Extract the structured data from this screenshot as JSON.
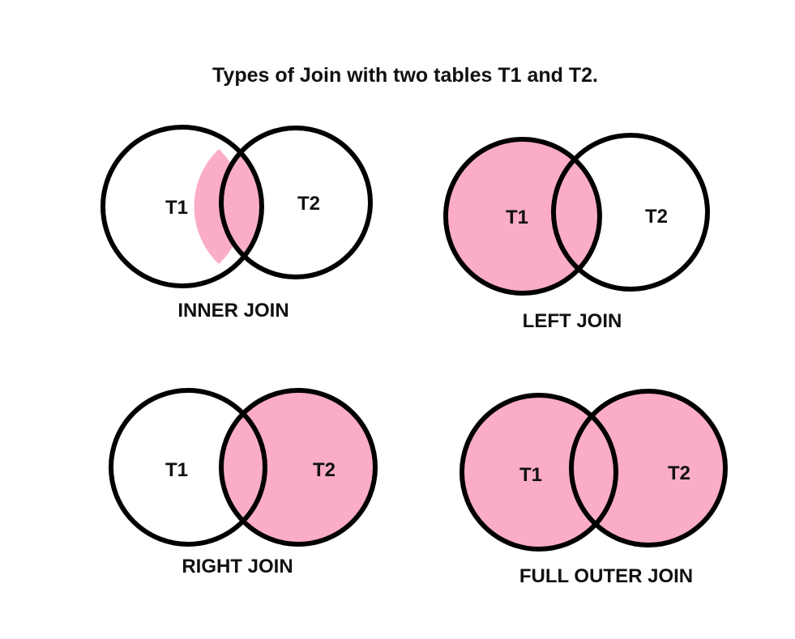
{
  "title": "Types of Join with two tables T1 and T2.",
  "colors": {
    "highlight": "#fbadc6",
    "outline": "#000000",
    "background": "#ffffff"
  },
  "diagrams": [
    {
      "id": "inner",
      "caption": "INNER JOIN",
      "left_label": "T1",
      "right_label": "T2",
      "highlight": "intersection"
    },
    {
      "id": "left",
      "caption": "LEFT JOIN",
      "left_label": "T1",
      "right_label": "T2",
      "highlight": "left"
    },
    {
      "id": "right",
      "caption": "RIGHT JOIN",
      "left_label": "T1",
      "right_label": "T2",
      "highlight": "right"
    },
    {
      "id": "full",
      "caption": "FULL OUTER JOIN",
      "left_label": "T1",
      "right_label": "T2",
      "highlight": "both"
    }
  ]
}
